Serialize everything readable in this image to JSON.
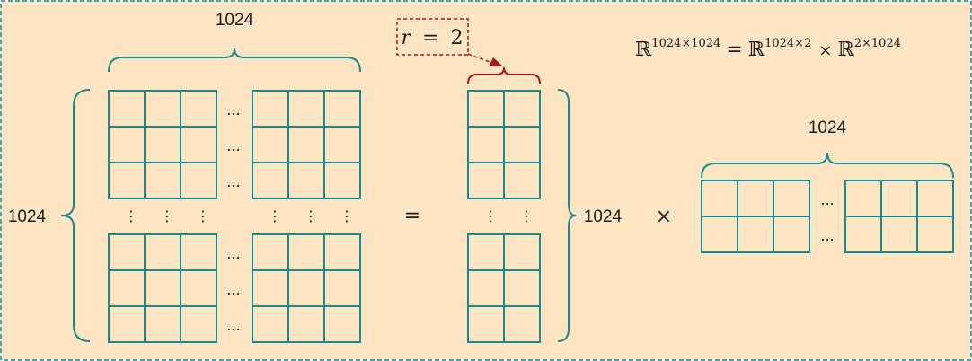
{
  "colors": {
    "background": "#fde5c3",
    "border": "#1a8a8a",
    "grid": "#1a8a8a",
    "highlight": "#b31515",
    "text": "#1a1a1a"
  },
  "labels": {
    "left_matrix_top": "1024",
    "left_matrix_side": "1024",
    "middle_matrix_side": "1024",
    "right_matrix_top": "1024",
    "equals": "=",
    "times": "×"
  },
  "rank": {
    "var": "r",
    "op": "=",
    "value": "2"
  },
  "formula": {
    "R": "ℝ",
    "lhs_exp": "1024×1024",
    "eq": "=",
    "a_exp": "1024×2",
    "times": "×",
    "b_exp": "2×1024"
  },
  "ellipsis": {
    "horizontal": "...",
    "vertical": "⋮"
  }
}
